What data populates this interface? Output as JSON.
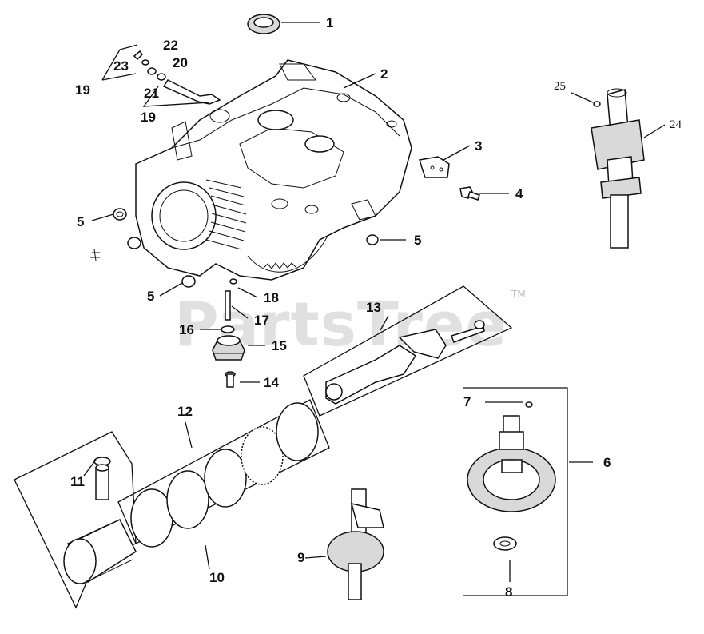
{
  "watermark": {
    "text": "PartsTree",
    "tm": "TM"
  },
  "callouts": {
    "c1": "1",
    "c2": "2",
    "c3": "3",
    "c4": "4",
    "c5a": "5",
    "c5b": "5",
    "c5c": "5",
    "c6": "6",
    "c7": "7",
    "c8": "8",
    "c9": "9",
    "c10": "10",
    "c11": "11",
    "c12": "12",
    "c13": "13",
    "c14": "14",
    "c15": "15",
    "c16": "16",
    "c17": "17",
    "c18": "18",
    "c19a": "19",
    "c19b": "19",
    "c20": "20",
    "c21": "21",
    "c22": "22",
    "c23": "23",
    "c24": "24",
    "c25": "25"
  }
}
